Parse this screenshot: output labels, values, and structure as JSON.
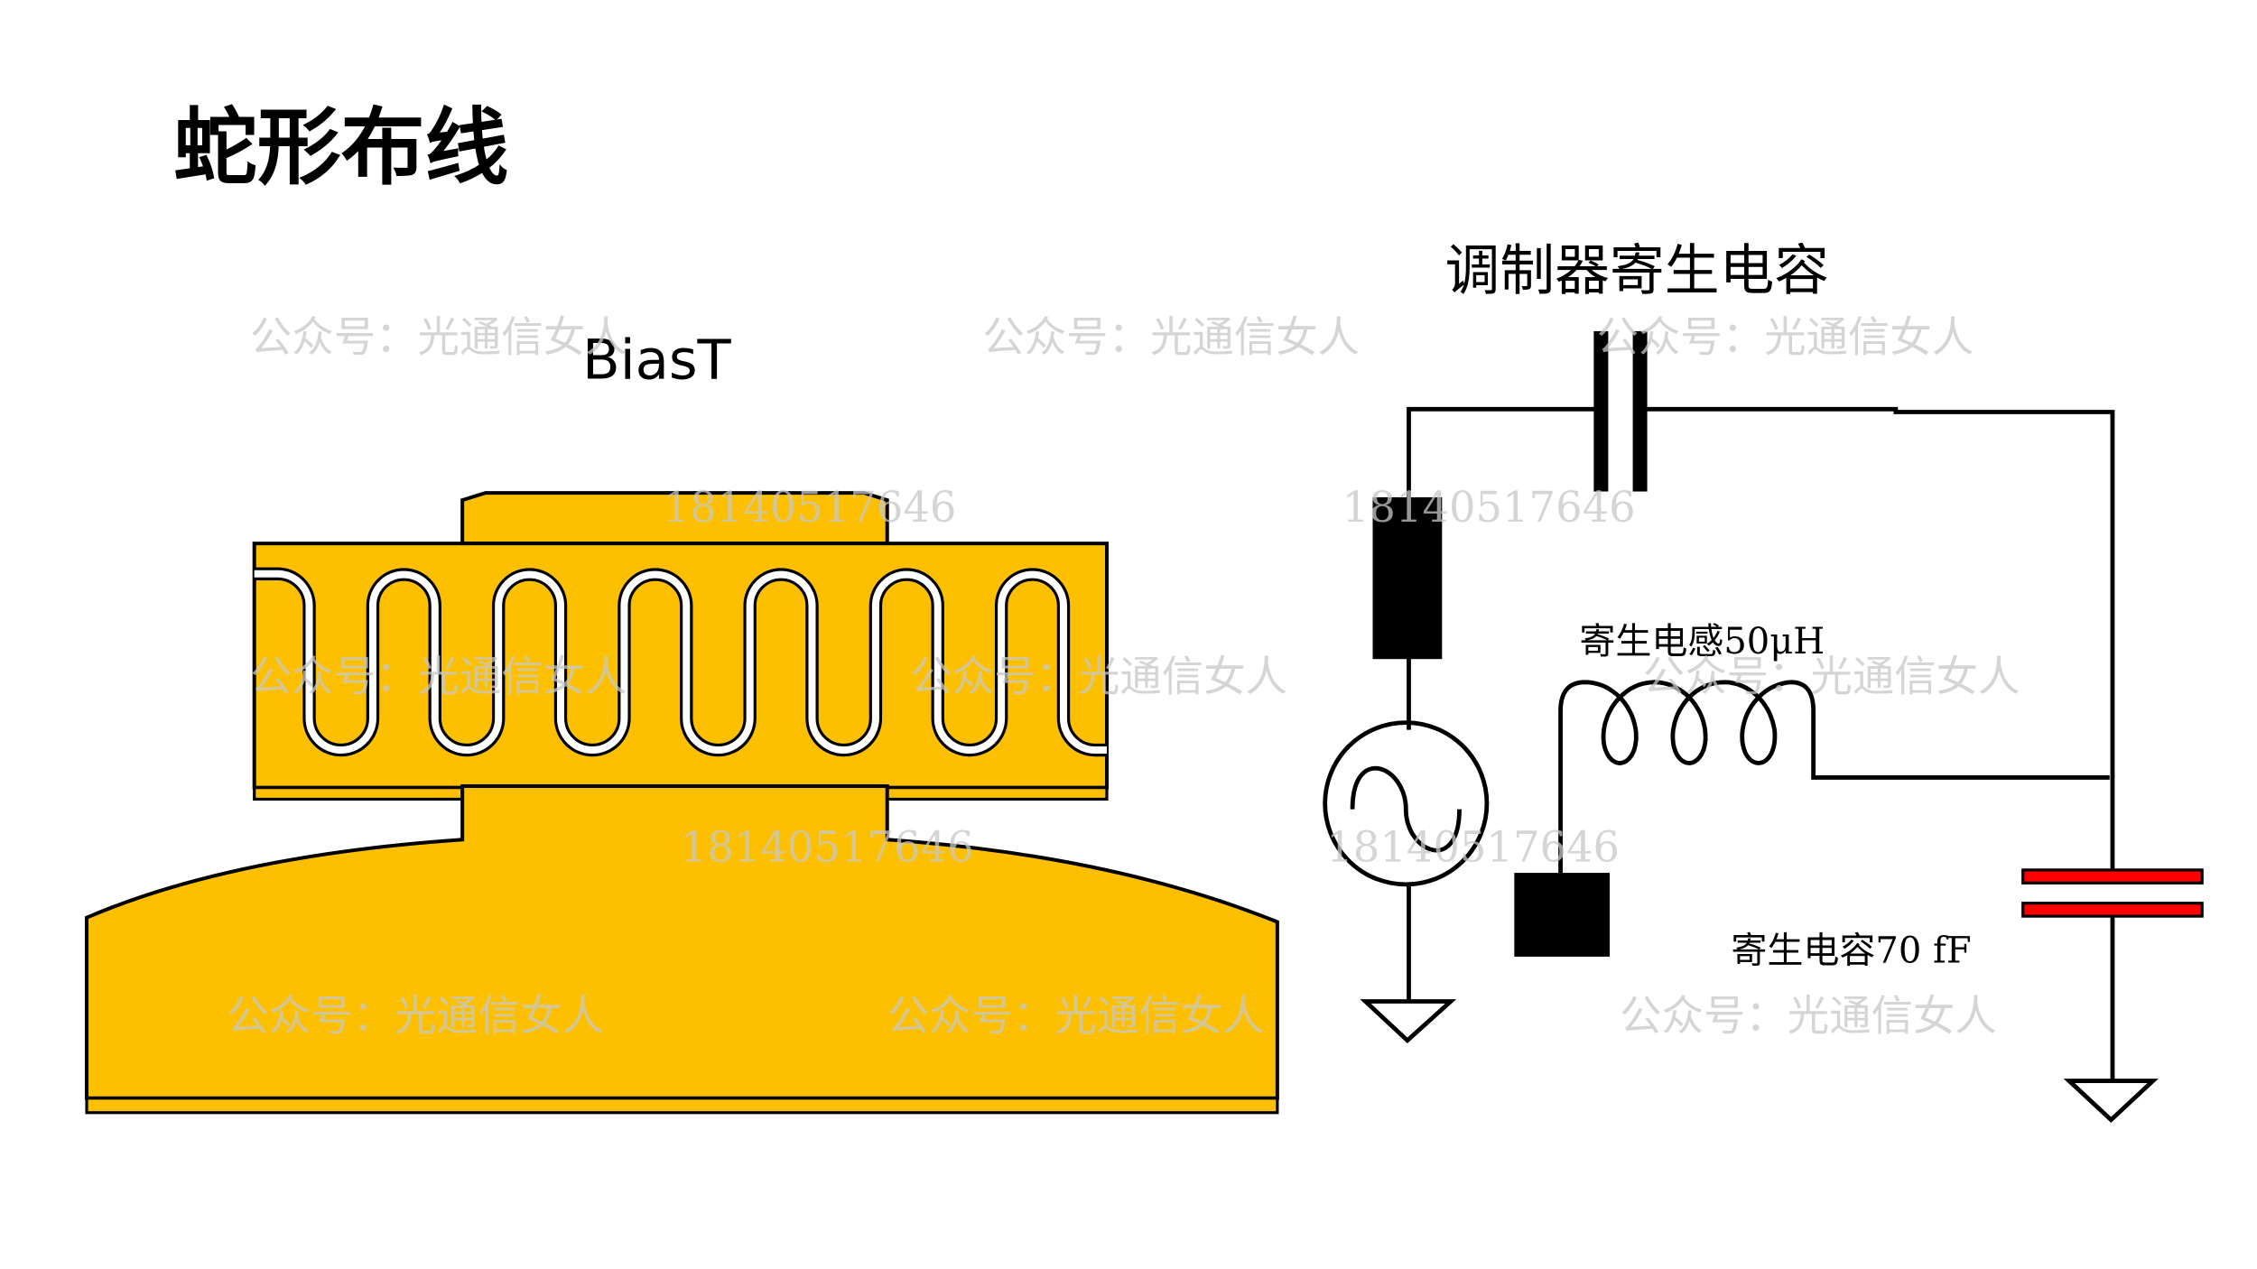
{
  "slide": {
    "title": "蛇形布线",
    "biast_label": "BiasT",
    "circuit_title": "调制器寄生电容",
    "inductor_label": "寄生电感50μH",
    "capacitor_label": "寄生电容70 fF"
  },
  "watermarks": {
    "account": "公众号：光通信女人",
    "phone": "18140517646"
  },
  "colors": {
    "metal": "#FDC000",
    "parasitic_cap": "#FF0000"
  }
}
